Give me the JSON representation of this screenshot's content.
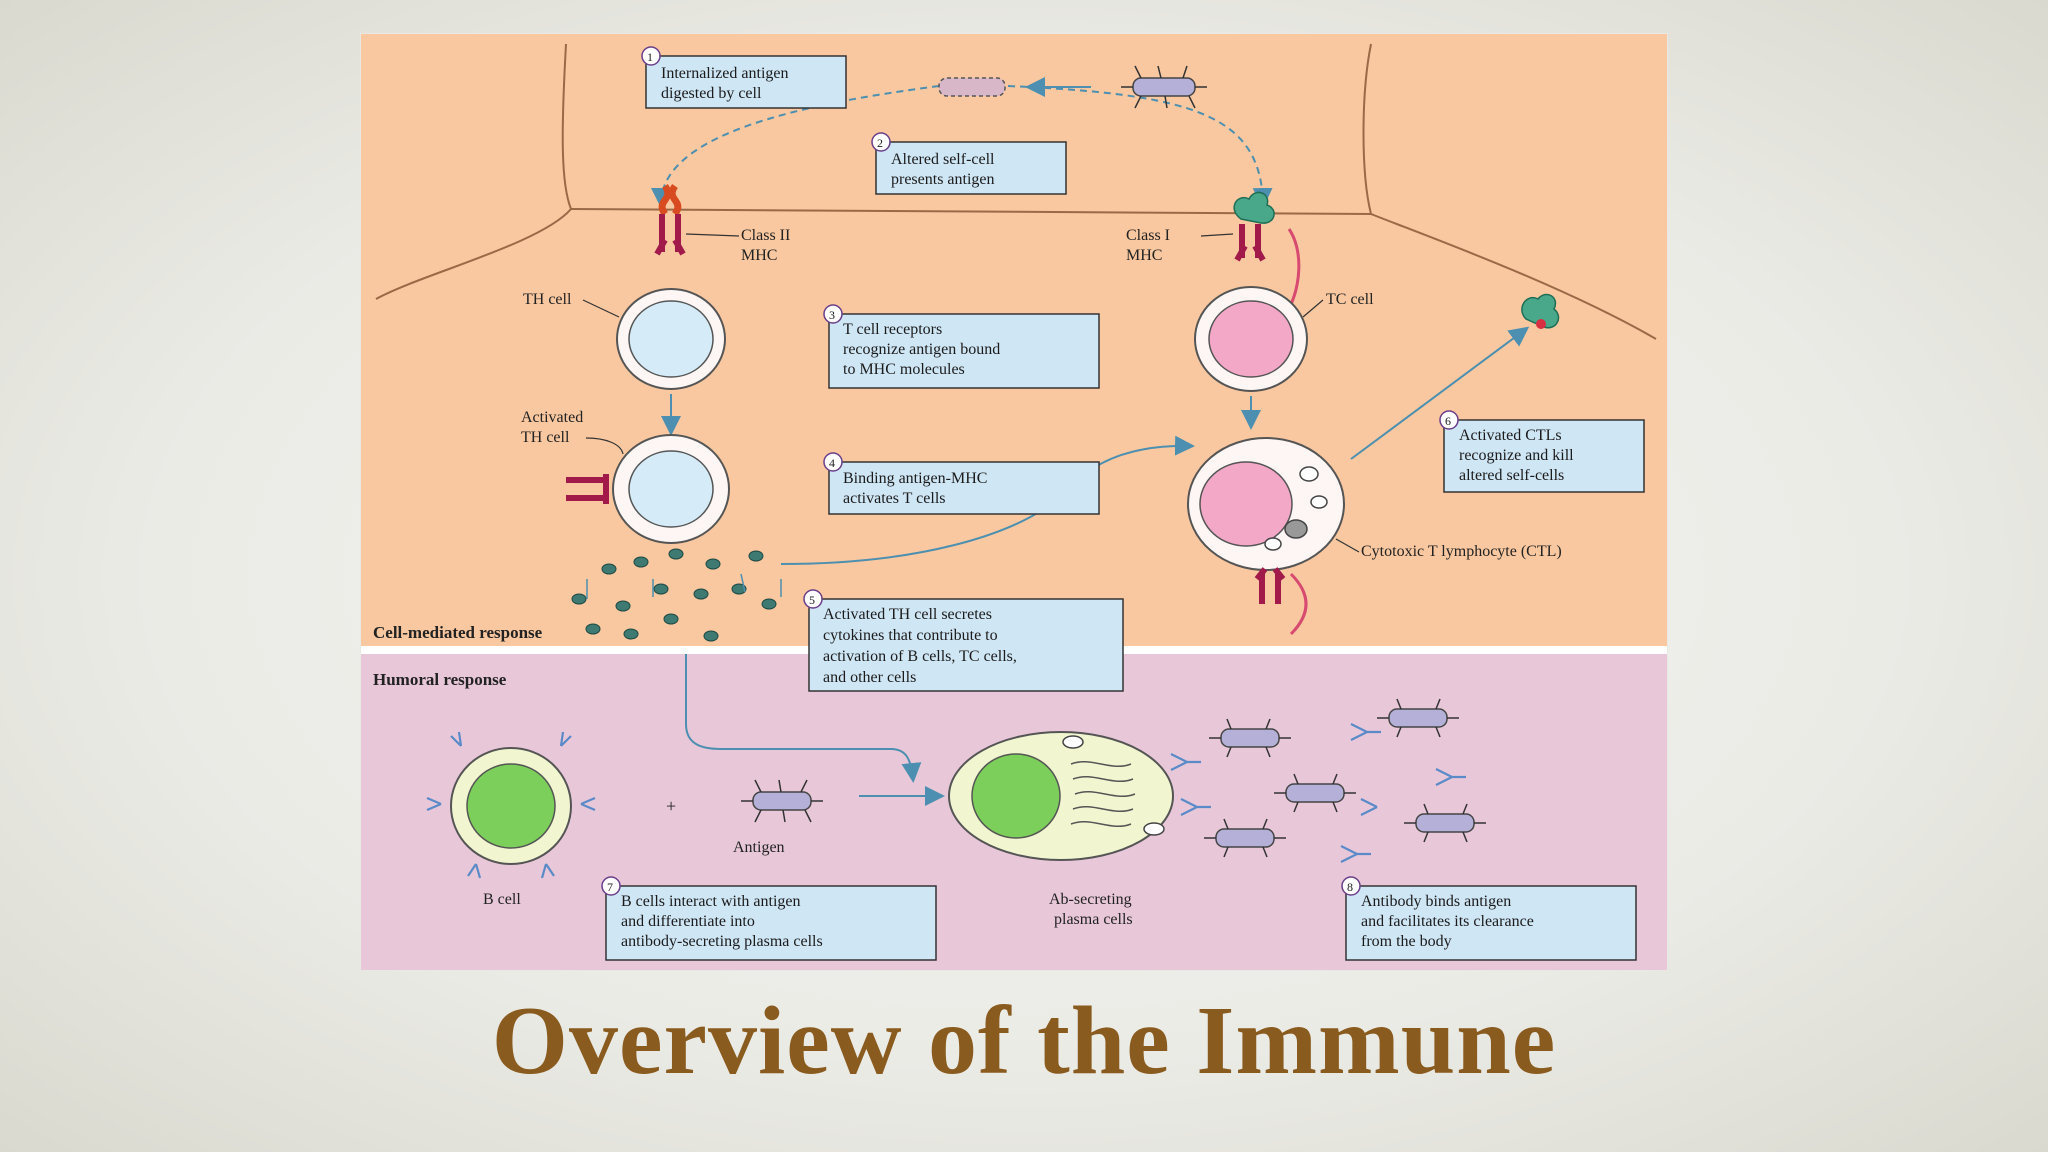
{
  "slide": {
    "title": "Overview of the Immune"
  },
  "diagram": {
    "sections": {
      "cell_mediated": "Cell-mediated response",
      "humoral": "Humoral response"
    },
    "steps": [
      {
        "num": "1",
        "lines": [
          "Internalized antigen",
          "digested by cell"
        ]
      },
      {
        "num": "2",
        "lines": [
          "Altered self-cell",
          "presents antigen"
        ]
      },
      {
        "num": "3",
        "lines": [
          "T cell receptors",
          "recognize antigen bound",
          "to MHC molecules"
        ]
      },
      {
        "num": "4",
        "lines": [
          "Binding antigen-MHC",
          "activates T cells"
        ]
      },
      {
        "num": "5",
        "lines": [
          "Activated TH cell secretes",
          "cytokines that contribute to",
          "activation of B cells, TC cells,",
          "and other cells"
        ]
      },
      {
        "num": "6",
        "lines": [
          "Activated CTLs",
          "recognize and kill",
          "altered self-cells"
        ]
      },
      {
        "num": "7",
        "lines": [
          "B cells interact with antigen",
          "and differentiate into",
          "antibody-secreting plasma cells"
        ]
      },
      {
        "num": "8",
        "lines": [
          "Antibody binds antigen",
          "and facilitates its clearance",
          "from the body"
        ]
      }
    ],
    "labels": {
      "class2_mhc": [
        "Class II",
        "MHC"
      ],
      "class1_mhc": [
        "Class I",
        "MHC"
      ],
      "th_cell": "TH cell",
      "tc_cell": "TC cell",
      "activated_th": [
        "Activated",
        "TH cell"
      ],
      "ctl": "Cytotoxic T lymphocyte (CTL)",
      "b_cell": "B cell",
      "antigen": "Antigen",
      "plasma": [
        "Ab-secreting",
        "plasma cells"
      ]
    },
    "colors": {
      "cell_mediated_bg": "#f9c8a0",
      "humoral_bg": "#e8c8d8",
      "box_bg": "#cfe6f5",
      "th_nucleus": "#d5ecf8",
      "tc_nucleus": "#f4a8c8",
      "b_nucleus": "#7ccf5a",
      "title": "#8a5b1e"
    }
  }
}
